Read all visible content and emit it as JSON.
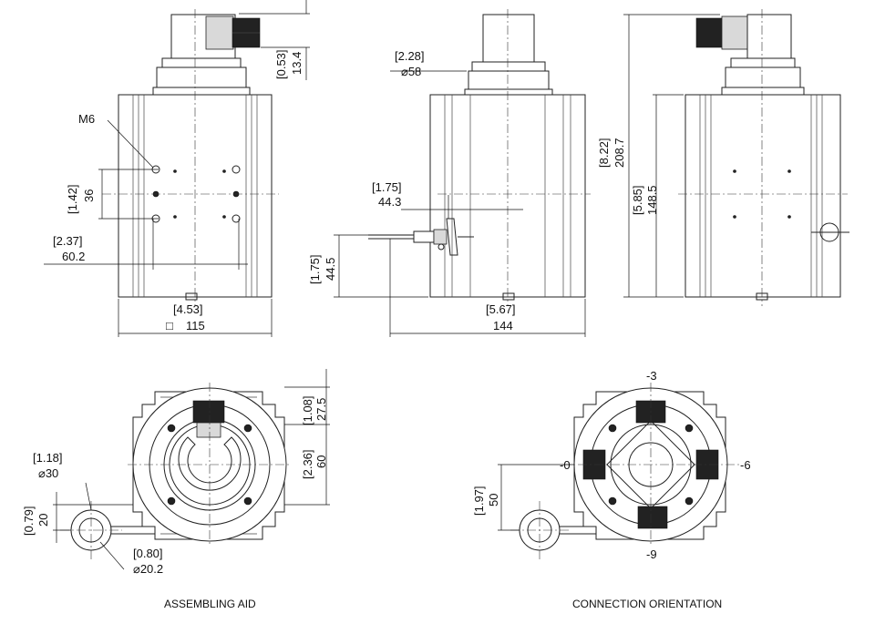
{
  "views": {
    "front": {
      "label_m6": "M6",
      "dim_bolt_spacing_in": "[1.42]",
      "dim_bolt_spacing_mm": "36",
      "dim_hole_width_in": "[2.37]",
      "dim_hole_width_mm": "60.2",
      "dim_top_in": "[0.53]",
      "dim_top_mm": "13.4",
      "dim_width_in": "[4.53]",
      "dim_width_mm": "115",
      "square_symbol": "□"
    },
    "side": {
      "dim_flange_in": "[2.28]",
      "dim_flange_mm": "⌀58",
      "dim_shaft_in": "[1.75]",
      "dim_shaft_mm": "44.3",
      "dim_height_in": "[1.75]",
      "dim_height_mm": "44.5",
      "dim_depth_in": "[5.67]",
      "dim_depth_mm": "144"
    },
    "rear": {
      "dim_total_in": "[8.22]",
      "dim_total_mm": "208.7",
      "dim_body_in": "[5.85]",
      "dim_body_mm": "148.5"
    },
    "assembling": {
      "dim_top_in": "[1.08]",
      "dim_top_mm": "27.5",
      "dim_center_in": "[2.36]",
      "dim_center_mm": "60",
      "dim_dia_in": "[1.18]",
      "dim_dia_mm": "⌀30",
      "dim_offset_in": "[0.79]",
      "dim_offset_mm": "20",
      "dim_small_in": "[0.80]",
      "dim_small_mm": "⌀20.2",
      "caption": "ASSEMBLING AID"
    },
    "connection": {
      "pos_top": "-3",
      "pos_left": "-0",
      "pos_right": "-6",
      "pos_bottom": "-9",
      "dim_in": "[1.97]",
      "dim_mm": "50",
      "caption": "CONNECTION ORIENTATION"
    }
  }
}
